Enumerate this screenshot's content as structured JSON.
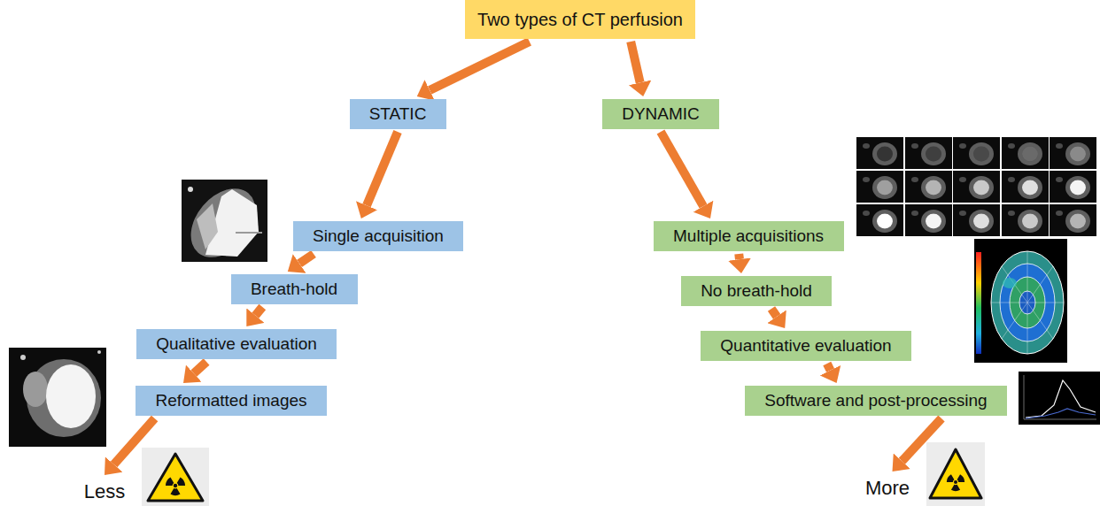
{
  "diagram": {
    "nodes": [
      {
        "text": [
          "Two types of CT perfusion"
        ]
      },
      {
        "text": [
          "STATIC"
        ]
      },
      {
        "text": [
          "DYNAMIC"
        ]
      },
      {
        "text": [
          "Single acquisition"
        ]
      },
      {
        "text": [
          "Multiple acquisitions"
        ]
      },
      {
        "text": [
          "Breath-hold"
        ]
      },
      {
        "text": [
          "No breath-hold"
        ]
      },
      {
        "text": [
          "Qualitative evaluation"
        ]
      },
      {
        "text": [
          "Quantitative evaluation"
        ]
      },
      {
        "text": [
          "Reformatted images"
        ]
      },
      {
        "text": [
          "Software and post-processing"
        ]
      },
      {
        "text": [
          "Less"
        ]
      },
      {
        "text": [
          "More"
        ]
      }
    ],
    "edges": [
      {
        "from": 0,
        "to": 1,
        "arrow": "to"
      },
      {
        "from": 0,
        "to": 2,
        "arrow": "to"
      },
      {
        "from": 1,
        "to": 3,
        "arrow": "to"
      },
      {
        "from": 2,
        "to": 4,
        "arrow": "to"
      },
      {
        "from": 3,
        "to": 5,
        "arrow": "to"
      },
      {
        "from": 4,
        "to": 6,
        "arrow": "to"
      },
      {
        "from": 5,
        "to": 7,
        "arrow": "to"
      },
      {
        "from": 6,
        "to": 8,
        "arrow": "to"
      },
      {
        "from": 7,
        "to": 9,
        "arrow": "to"
      },
      {
        "from": 8,
        "to": 10,
        "arrow": "to"
      },
      {
        "from": 9,
        "to": 11,
        "arrow": "to"
      },
      {
        "from": 10,
        "to": 12,
        "arrow": "to"
      }
    ]
  }
}
